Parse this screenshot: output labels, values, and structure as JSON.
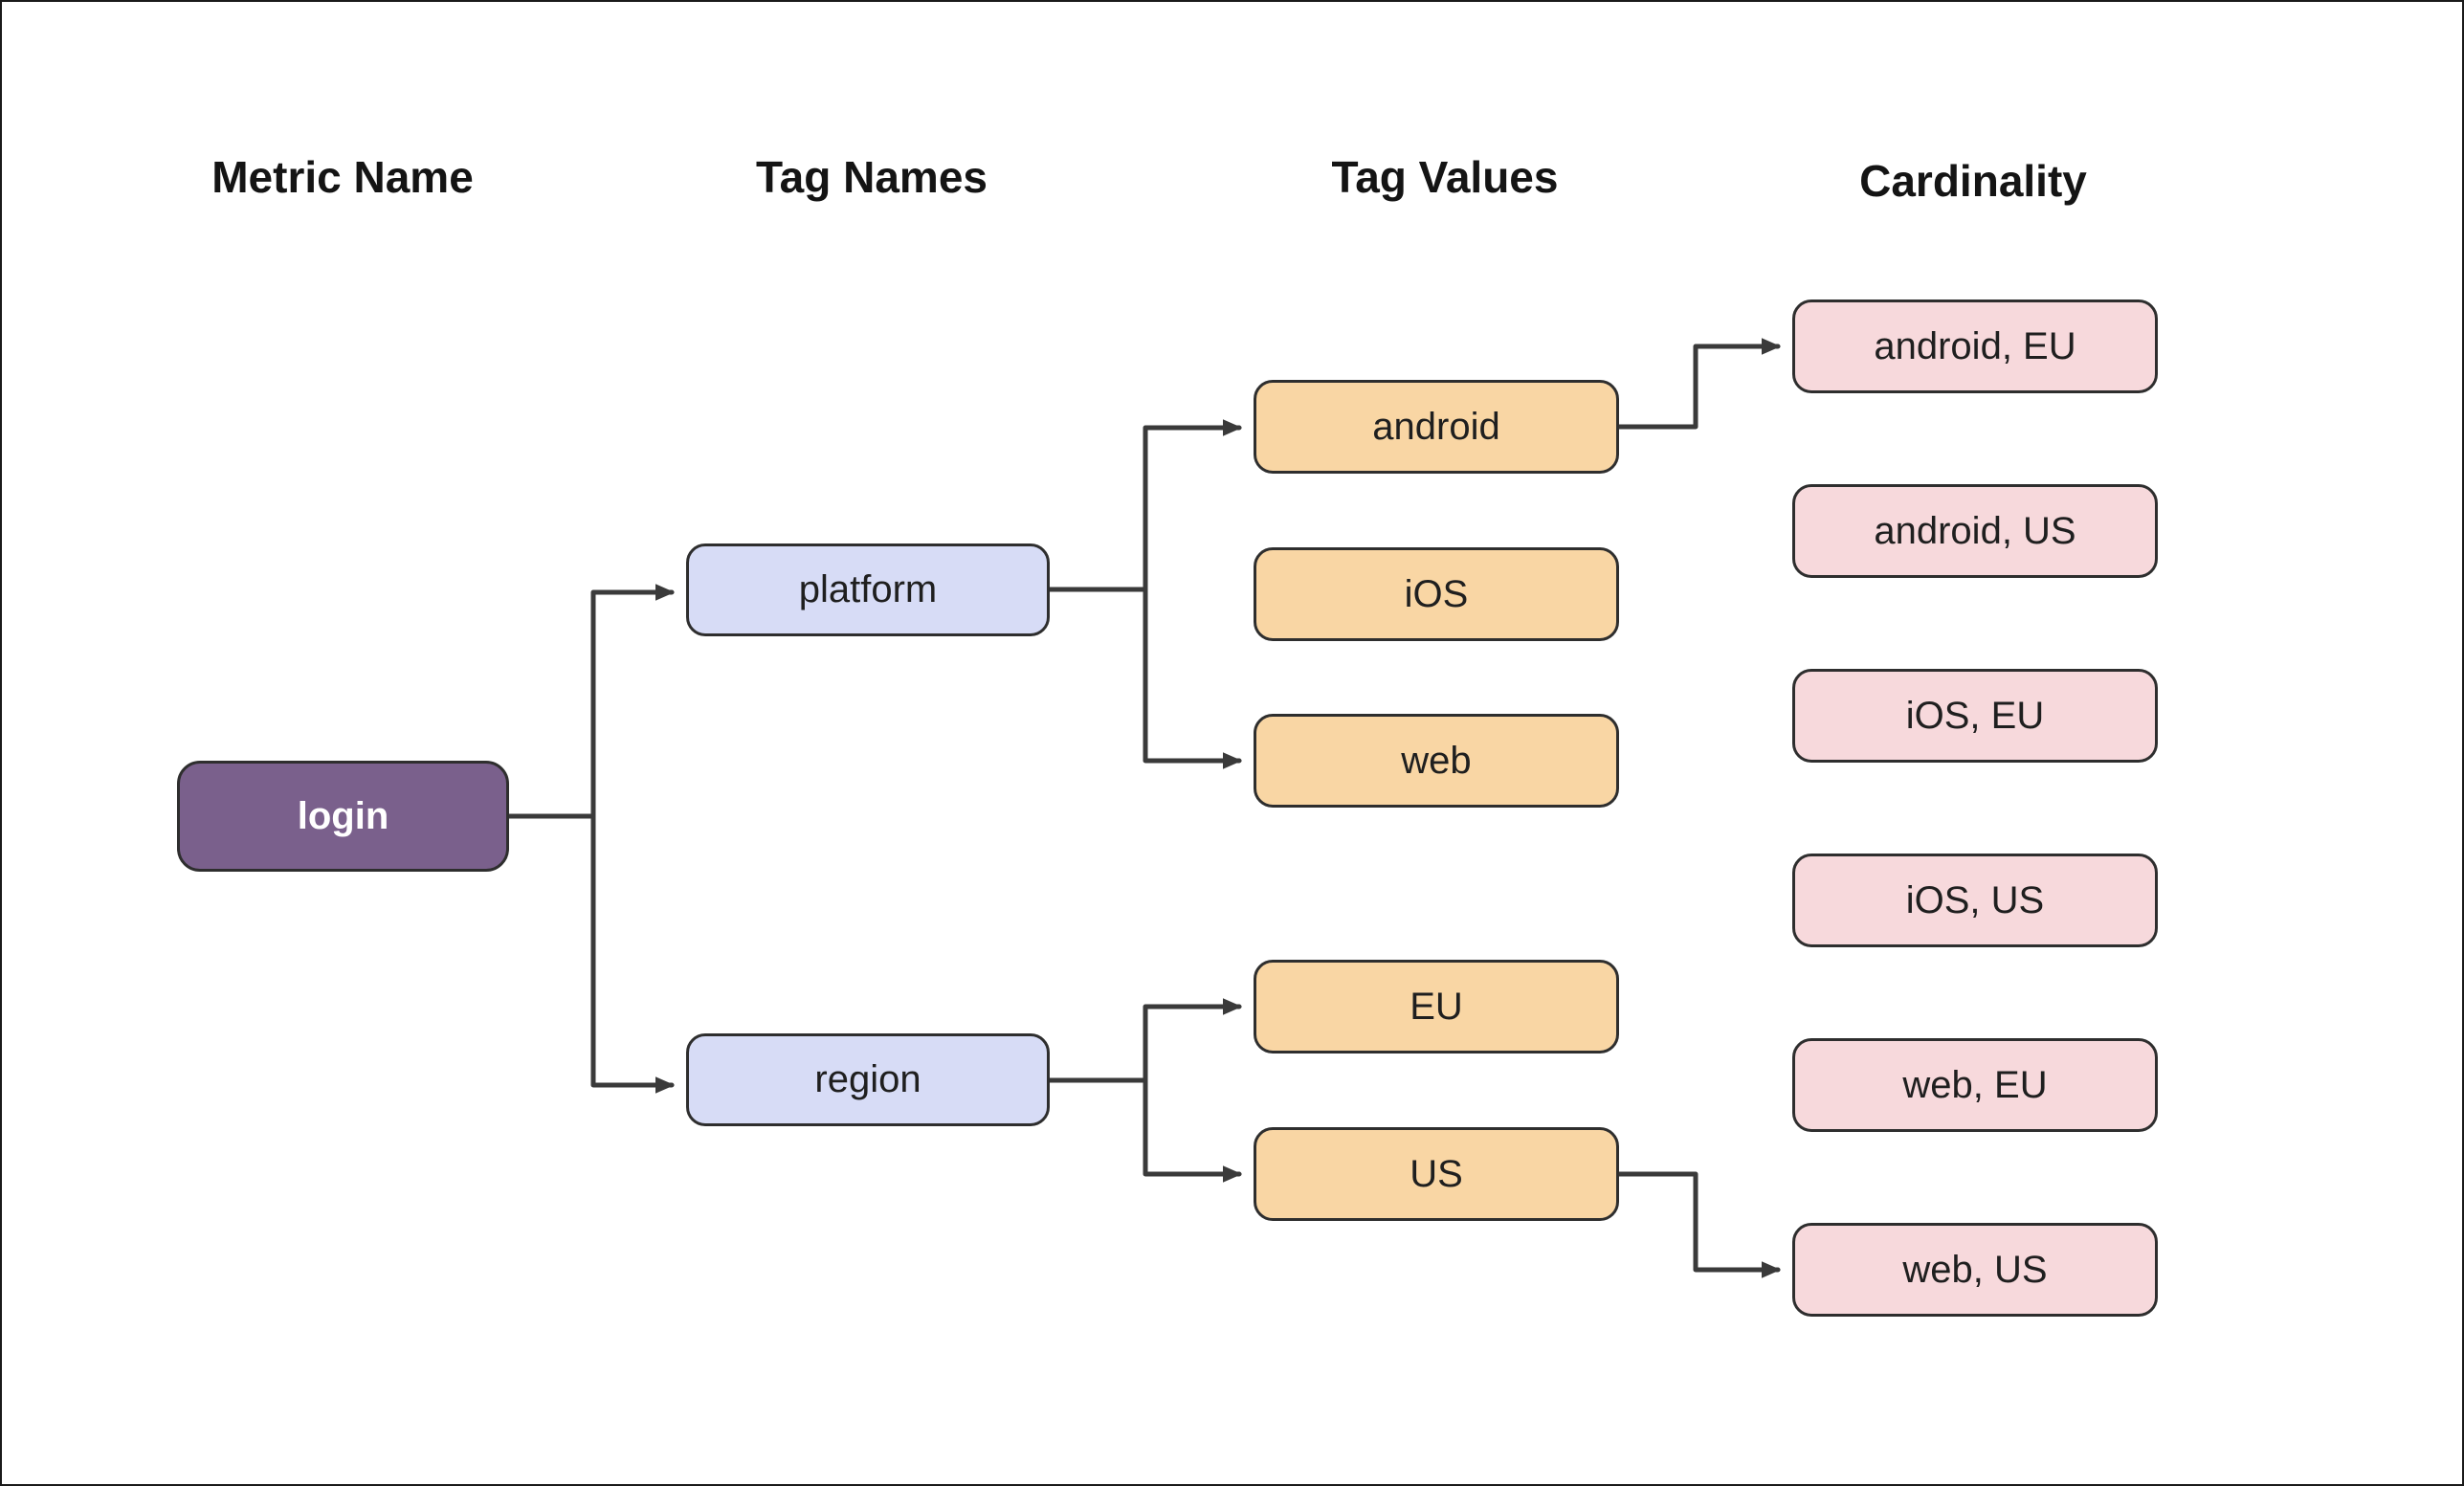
{
  "diagram": {
    "columns": [
      {
        "label": "Metric Name"
      },
      {
        "label": "Tag Names"
      },
      {
        "label": "Tag Values"
      },
      {
        "label": "Cardinality"
      }
    ],
    "nodes": {
      "login": {
        "label": "login"
      },
      "platform": {
        "label": "platform"
      },
      "region": {
        "label": "region"
      },
      "android": {
        "label": "android"
      },
      "ios": {
        "label": "iOS"
      },
      "web": {
        "label": "web"
      },
      "eu": {
        "label": "EU"
      },
      "us": {
        "label": "US"
      },
      "android_eu": {
        "label": "android, EU"
      },
      "android_us": {
        "label": "android, US"
      },
      "ios_eu": {
        "label": "iOS, EU"
      },
      "ios_us": {
        "label": "iOS, US"
      },
      "web_eu": {
        "label": "web, EU"
      },
      "web_us": {
        "label": "web, US"
      }
    },
    "edges": [
      {
        "from": "login",
        "to": "platform"
      },
      {
        "from": "login",
        "to": "region"
      },
      {
        "from": "platform",
        "to": "android"
      },
      {
        "from": "platform",
        "to": "web"
      },
      {
        "from": "region",
        "to": "EU"
      },
      {
        "from": "region",
        "to": "US"
      },
      {
        "from": "android",
        "to": "android, EU"
      },
      {
        "from": "US",
        "to": "web, US"
      }
    ],
    "colors": {
      "metric_fill": "#7a608c",
      "tag_name_fill": "#d7dcf6",
      "tag_value_fill": "#f9d6a4",
      "cardinality_fill": "#f7d9dc",
      "connector": "#3a3a3a"
    }
  }
}
